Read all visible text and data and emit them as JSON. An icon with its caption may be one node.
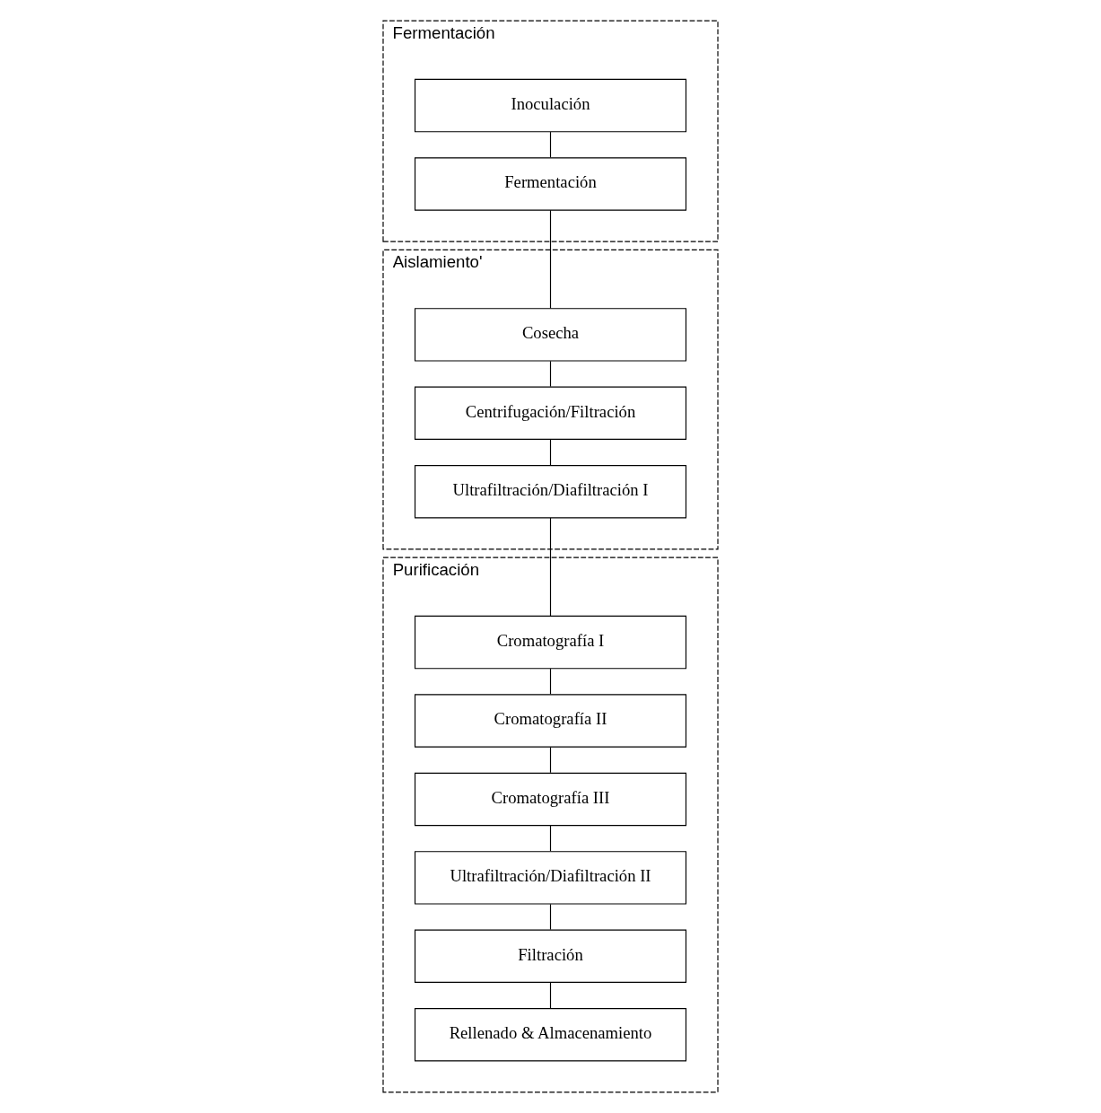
{
  "diagram": {
    "nodes": [
      {
        "text": [
          "Fermentación"
        ]
      },
      {
        "text": [
          "Inoculación"
        ],
        "in": 0
      },
      {
        "text": [
          "Fermentación"
        ],
        "in": 0
      },
      {
        "text": [
          "Aislamiento'"
        ]
      },
      {
        "text": [
          "Cosecha"
        ],
        "in": 3
      },
      {
        "text": [
          "Centrifugación/Filtración"
        ],
        "in": 3
      },
      {
        "text": [
          "Ultrafiltración/Diafiltración I"
        ],
        "in": 3
      },
      {
        "text": [
          "Purificación"
        ]
      },
      {
        "text": [
          "Cromatografía I"
        ],
        "in": 7
      },
      {
        "text": [
          "Cromatografía II"
        ],
        "in": 7
      },
      {
        "text": [
          "Cromatografía III"
        ],
        "in": 7
      },
      {
        "text": [
          "Ultrafiltración/Diafiltración II"
        ],
        "in": 7
      },
      {
        "text": [
          "Filtración"
        ],
        "in": 7
      },
      {
        "text": [
          "Rellenado & Almacenamiento"
        ],
        "in": 7
      }
    ],
    "edges": [
      {
        "from": 1,
        "to": 2,
        "arrow": "none"
      },
      {
        "from": 2,
        "to": 4,
        "arrow": "none"
      },
      {
        "from": 4,
        "to": 5,
        "arrow": "none"
      },
      {
        "from": 5,
        "to": 6,
        "arrow": "none"
      },
      {
        "from": 6,
        "to": 8,
        "arrow": "none"
      },
      {
        "from": 8,
        "to": 9,
        "arrow": "none"
      },
      {
        "from": 9,
        "to": 10,
        "arrow": "none"
      },
      {
        "from": 10,
        "to": 11,
        "arrow": "none"
      },
      {
        "from": 11,
        "to": 12,
        "arrow": "none"
      },
      {
        "from": 12,
        "to": 13,
        "arrow": "none"
      }
    ]
  }
}
